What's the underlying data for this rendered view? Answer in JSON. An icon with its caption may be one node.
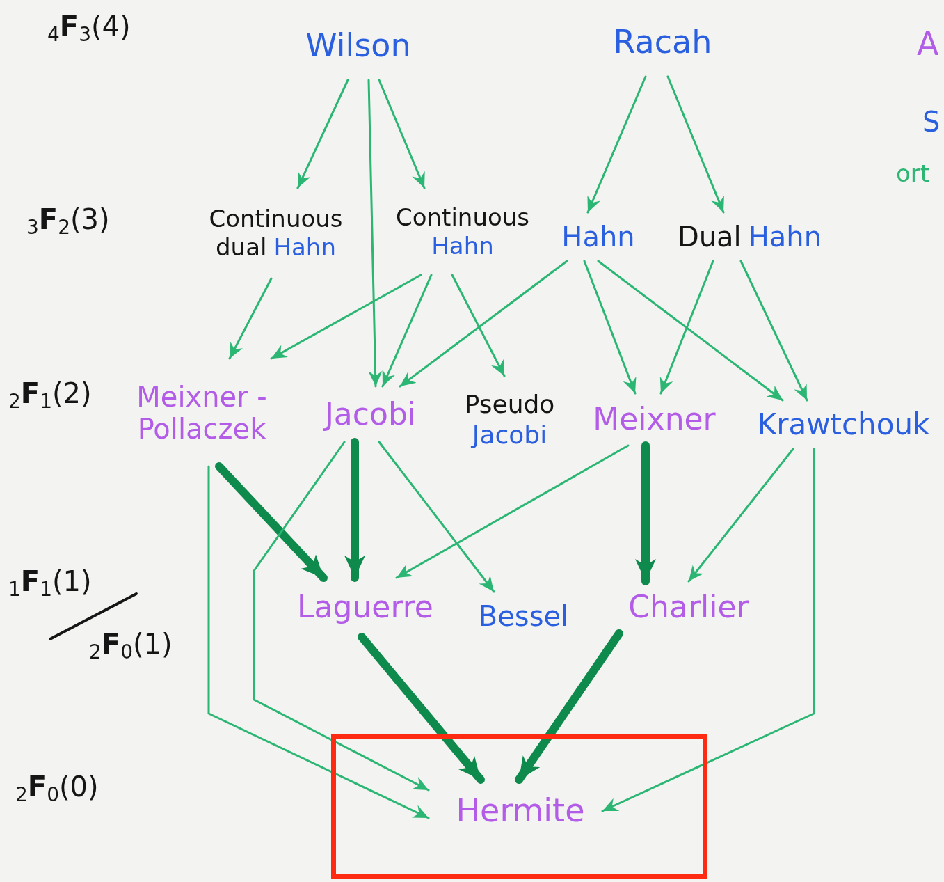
{
  "diagram": {
    "nodes": [
      {
        "text": [
          "Wilson"
        ]
      },
      {
        "text": [
          "Racah"
        ]
      },
      {
        "text": [
          "Continuous",
          "dual",
          "Hahn"
        ]
      },
      {
        "text": [
          "Continuous",
          "Hahn"
        ]
      },
      {
        "text": [
          "Hahn"
        ]
      },
      {
        "text": [
          "Dual",
          "Hahn"
        ]
      },
      {
        "text": [
          "Meixner - Pollaczek"
        ]
      },
      {
        "text": [
          "Jacobi"
        ]
      },
      {
        "text": [
          "Pseudo",
          "Jacobi"
        ]
      },
      {
        "text": [
          "Meixner"
        ]
      },
      {
        "text": [
          "Krawtchouk"
        ]
      },
      {
        "text": [
          "Laguerre"
        ]
      },
      {
        "text": [
          "Bessel"
        ]
      },
      {
        "text": [
          "Charlier"
        ]
      },
      {
        "text": [],
        "shape": "box"
      },
      {
        "text": [
          "Hermite"
        ],
        "in": 14
      }
    ],
    "edges": [
      {
        "from": 0,
        "to": 2,
        "arrow": "to"
      },
      {
        "from": 0,
        "to": 7,
        "arrow": "to"
      },
      {
        "from": 0,
        "to": 3,
        "arrow": "to"
      },
      {
        "from": 1,
        "to": 4,
        "arrow": "to"
      },
      {
        "from": 1,
        "to": 5,
        "arrow": "to"
      },
      {
        "from": 2,
        "to": 6,
        "arrow": "to"
      },
      {
        "from": 3,
        "to": 6,
        "arrow": "to"
      },
      {
        "from": 3,
        "to": 7,
        "arrow": "to"
      },
      {
        "from": 3,
        "to": 8,
        "arrow": "to"
      },
      {
        "from": 4,
        "to": 7,
        "arrow": "to"
      },
      {
        "from": 4,
        "to": 9,
        "arrow": "to"
      },
      {
        "from": 4,
        "to": 10,
        "arrow": "to"
      },
      {
        "from": 5,
        "to": 9,
        "arrow": "to"
      },
      {
        "from": 5,
        "to": 10,
        "arrow": "to"
      },
      {
        "from": 6,
        "to": 11,
        "arrow": "to",
        "style": "thick",
        "color": "#0e8a4c"
      },
      {
        "from": 6,
        "to": 15,
        "arrow": "to"
      },
      {
        "from": 7,
        "to": 11,
        "arrow": "to",
        "style": "thick",
        "color": "#0e8a4c"
      },
      {
        "from": 7,
        "to": 12,
        "arrow": "to"
      },
      {
        "from": 7,
        "to": 15,
        "arrow": "to"
      },
      {
        "from": 9,
        "to": 11,
        "arrow": "to"
      },
      {
        "from": 9,
        "to": 13,
        "arrow": "to",
        "style": "thick",
        "color": "#0e8a4c"
      },
      {
        "from": 10,
        "to": 13,
        "arrow": "to"
      },
      {
        "from": 10,
        "to": 15,
        "arrow": "to"
      },
      {
        "from": 11,
        "to": 15,
        "arrow": "to",
        "style": "thick",
        "color": "#0e8a4c"
      },
      {
        "from": 13,
        "to": 15,
        "arrow": "to",
        "style": "thick",
        "color": "#0e8a4c"
      }
    ],
    "labels": [
      "$_{4}$**F**$_{3}$(4)",
      "$_{3}$**F**$_{2}$(3)",
      "$_{2}$**F**$_{1}$(2)",
      "$_{1}$**F**$_{1}$(1)",
      "$_{2}$**F**$_{0}$(1)",
      "$_{2}$**F**$_{0}$(0)",
      "A",
      "S",
      "ort"
    ]
  }
}
